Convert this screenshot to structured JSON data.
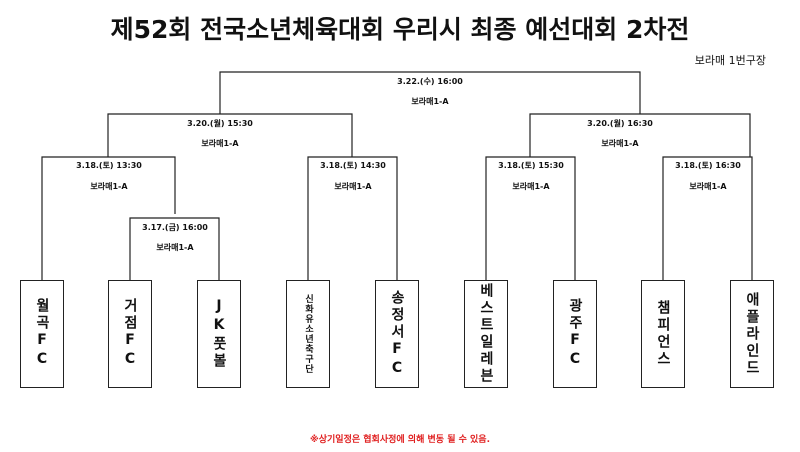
{
  "title": "제52회 전국소년체육대회 우리시 최종 예선대회 2차전",
  "venue_note": "보라매 1번구장",
  "matches": [
    {
      "date": "3.22.(수) 16:00",
      "venue": "보라매1-A"
    },
    {
      "date": "3.20.(월) 15:30",
      "venue": "보라매1-A"
    },
    {
      "date": "3.20.(월) 16:30",
      "venue": "보라매1-A"
    },
    {
      "date": "3.18.(토) 13:30",
      "venue": "보라매1-A"
    },
    {
      "date": "3.18.(토) 14:30",
      "venue": "보라매1-A"
    },
    {
      "date": "3.18.(토) 15:30",
      "venue": "보라매1-A"
    },
    {
      "date": "3.18.(토) 16:30",
      "venue": "보라매1-A"
    },
    {
      "date": "3.17.(금) 16:00",
      "venue": "보라매1-A"
    }
  ],
  "teams": [
    "월곡FC",
    "거점FC",
    "JK풋볼",
    "신화유소년축구단",
    "송정서FC",
    "베스트일레븐",
    "광주FC",
    "챔피언스",
    "애플라인드"
  ],
  "footnote": "※상기일정은 협회사정에 의해 변동 될 수 있음."
}
